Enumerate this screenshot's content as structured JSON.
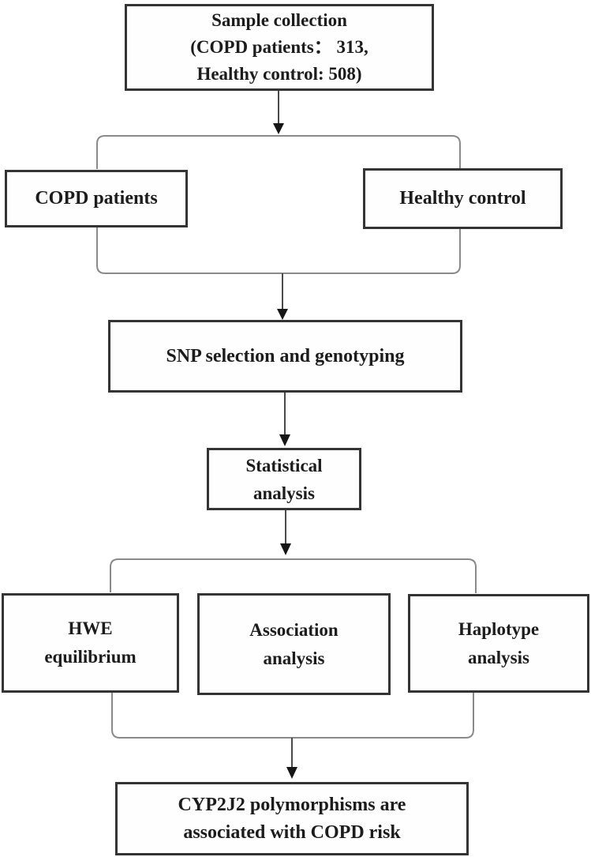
{
  "figure": {
    "type": "flowchart",
    "background_color": "#ffffff",
    "box_border_color": "#343434",
    "box_fill_color": "#fefefe",
    "bracket_color": "#8a8a8a",
    "arrow_color": "#161616",
    "text_color": "#1c1c1c"
  },
  "boxes": {
    "sample_collection": {
      "lines": [
        "Sample collection",
        "(COPD patients： 313,",
        "Healthy control: 508)"
      ]
    },
    "copd_patients": {
      "label": "COPD patients"
    },
    "healthy_control": {
      "label": "Healthy control"
    },
    "snp": {
      "label": "SNP selection and genotyping"
    },
    "statistical": {
      "lines": [
        "Statistical",
        "analysis"
      ]
    },
    "hwe": {
      "lines": [
        "HWE",
        "equilibrium"
      ]
    },
    "association": {
      "lines": [
        "Association",
        "analysis"
      ]
    },
    "haplotype": {
      "lines": [
        "Haplotype",
        "analysis"
      ]
    },
    "conclusion": {
      "lines": [
        "CYP2J2 polymorphisms are",
        "associated with COPD risk"
      ]
    }
  }
}
